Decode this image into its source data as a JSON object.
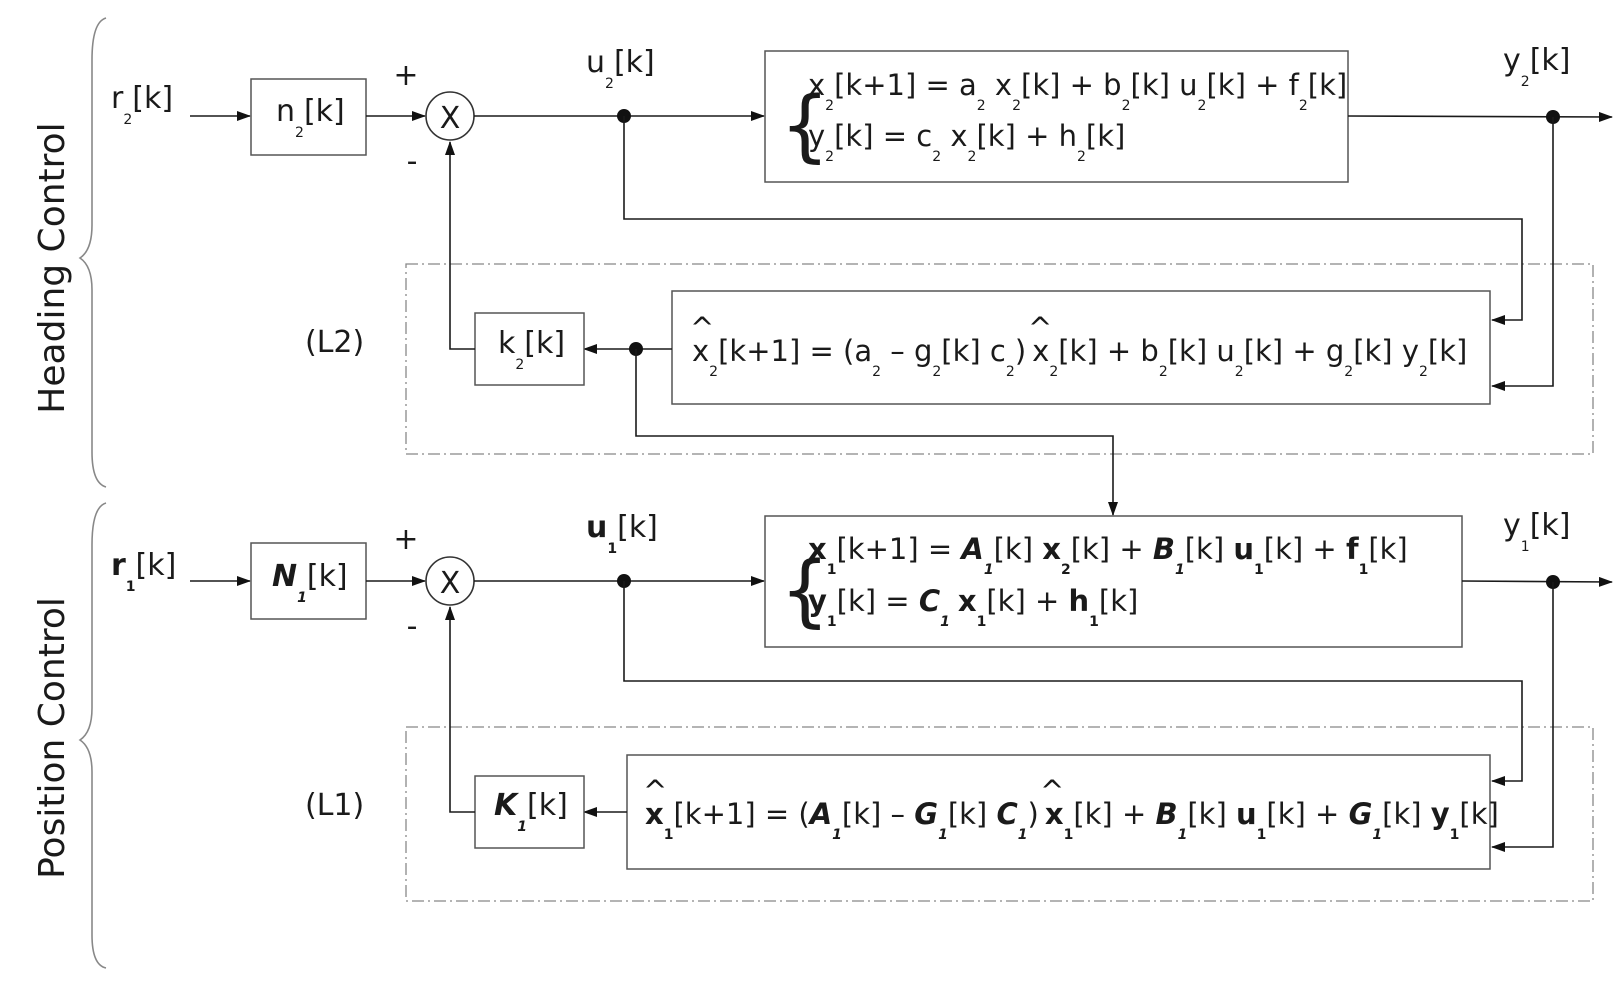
{
  "sections": {
    "heading": "Heading Control",
    "position": "Position Control"
  },
  "loops": {
    "l2": "(L2)",
    "l1": "(L1)"
  },
  "signals": {
    "r2": "r",
    "r2_sub": "2",
    "r2_idx": "[k]",
    "u2": "u",
    "u2_sub": "2",
    "u2_idx": "[k]",
    "y2": "y",
    "y2_sub": "2",
    "y2_idx": "[k]",
    "r1": "r",
    "r1_sub": "1",
    "r1_idx": "[k]",
    "u1": "u",
    "u1_sub": "1",
    "u1_idx": "[k]",
    "y1": "y",
    "y1_sub": "1",
    "y1_idx": "[k]"
  },
  "blocks": {
    "n2": "n",
    "n2_sub": "2",
    "n2_idx": "[k]",
    "k2": "k",
    "k2_sub": "2",
    "k2_idx": "[k]",
    "N1": "N",
    "N1_sub": "1",
    "N1_idx": "[k]",
    "K1": "K",
    "K1_sub": "1",
    "K1_idx": "[k]"
  },
  "summing": {
    "symbol": "X",
    "plus": "+",
    "minus": "-"
  },
  "equations": {
    "plant2": {
      "t1": "x",
      "s1": "2",
      "t2": "[k+1] = a",
      "s2": "2",
      "t3": " x",
      "s3": "2",
      "t4": "[k] + b",
      "s4": "2",
      "t5": "[k] u",
      "s5": "2",
      "t6": "[k] + f",
      "s6": "2",
      "t7": "[k]",
      "o1": "y",
      "os1": "2",
      "o2": "[k] = c",
      "os2": "2",
      "o3": " x",
      "os3": "2",
      "o4": "[k] + h",
      "os4": "2",
      "o5": "[k]"
    },
    "observer2": {
      "hat": "^",
      "t1": "x",
      "s1": "2",
      "t2": "[k+1] = (a",
      "s2": "2",
      "t3": " – g",
      "s3": "2",
      "t4": "[k] c",
      "s4": "2",
      "t5": ")",
      "t6": "x",
      "s6": "2",
      "t7": "[k] + b",
      "s7": "2",
      "t8": "[k] u",
      "s8": "2",
      "t9": "[k] + g",
      "s9": "2",
      "t10": "[k] y",
      "s10": "2",
      "t11": "[k]"
    },
    "plant1": {
      "t1": "x",
      "s1": "1",
      "t2": "[k+1] = ",
      "t2b": "A",
      "s2": "1",
      "t3": "[k] ",
      "t3b": "x",
      "s3": "2",
      "t4": "[k] + ",
      "t4b": "B",
      "s4": "1",
      "t5": "[k] ",
      "t5b": "u",
      "s5": "1",
      "t6": "[k] + ",
      "t6b": "f",
      "s6": "1",
      "t7": "[k]",
      "o1": "y",
      "os1": "1",
      "o2": "[k] = ",
      "o2b": "C",
      "os2": "1",
      "o3b": "x",
      "os3": "1",
      "o4": "[k] + ",
      "o4b": "h",
      "os4": "1",
      "o5": "[k]"
    },
    "observer1": {
      "hat": "^",
      "t1": "x",
      "s1": "1",
      "t2": "[k+1] = (",
      "t2b": "A",
      "s2": "1",
      "t3": "[k] – ",
      "t3b": "G",
      "s3": "1",
      "t4": "[k] ",
      "t4b": "C",
      "s4": "1",
      "t5": ")",
      "t6": "x",
      "s6": "1",
      "t7": "[k] + ",
      "t7b": "B",
      "s7": "1",
      "t8": "[k] ",
      "t8b": "u",
      "s8": "1",
      "t9": "[k] + ",
      "t9b": "G",
      "s9": "1",
      "t10": "[k] ",
      "t10b": "y",
      "s10": "1",
      "t11": "[k]"
    }
  }
}
